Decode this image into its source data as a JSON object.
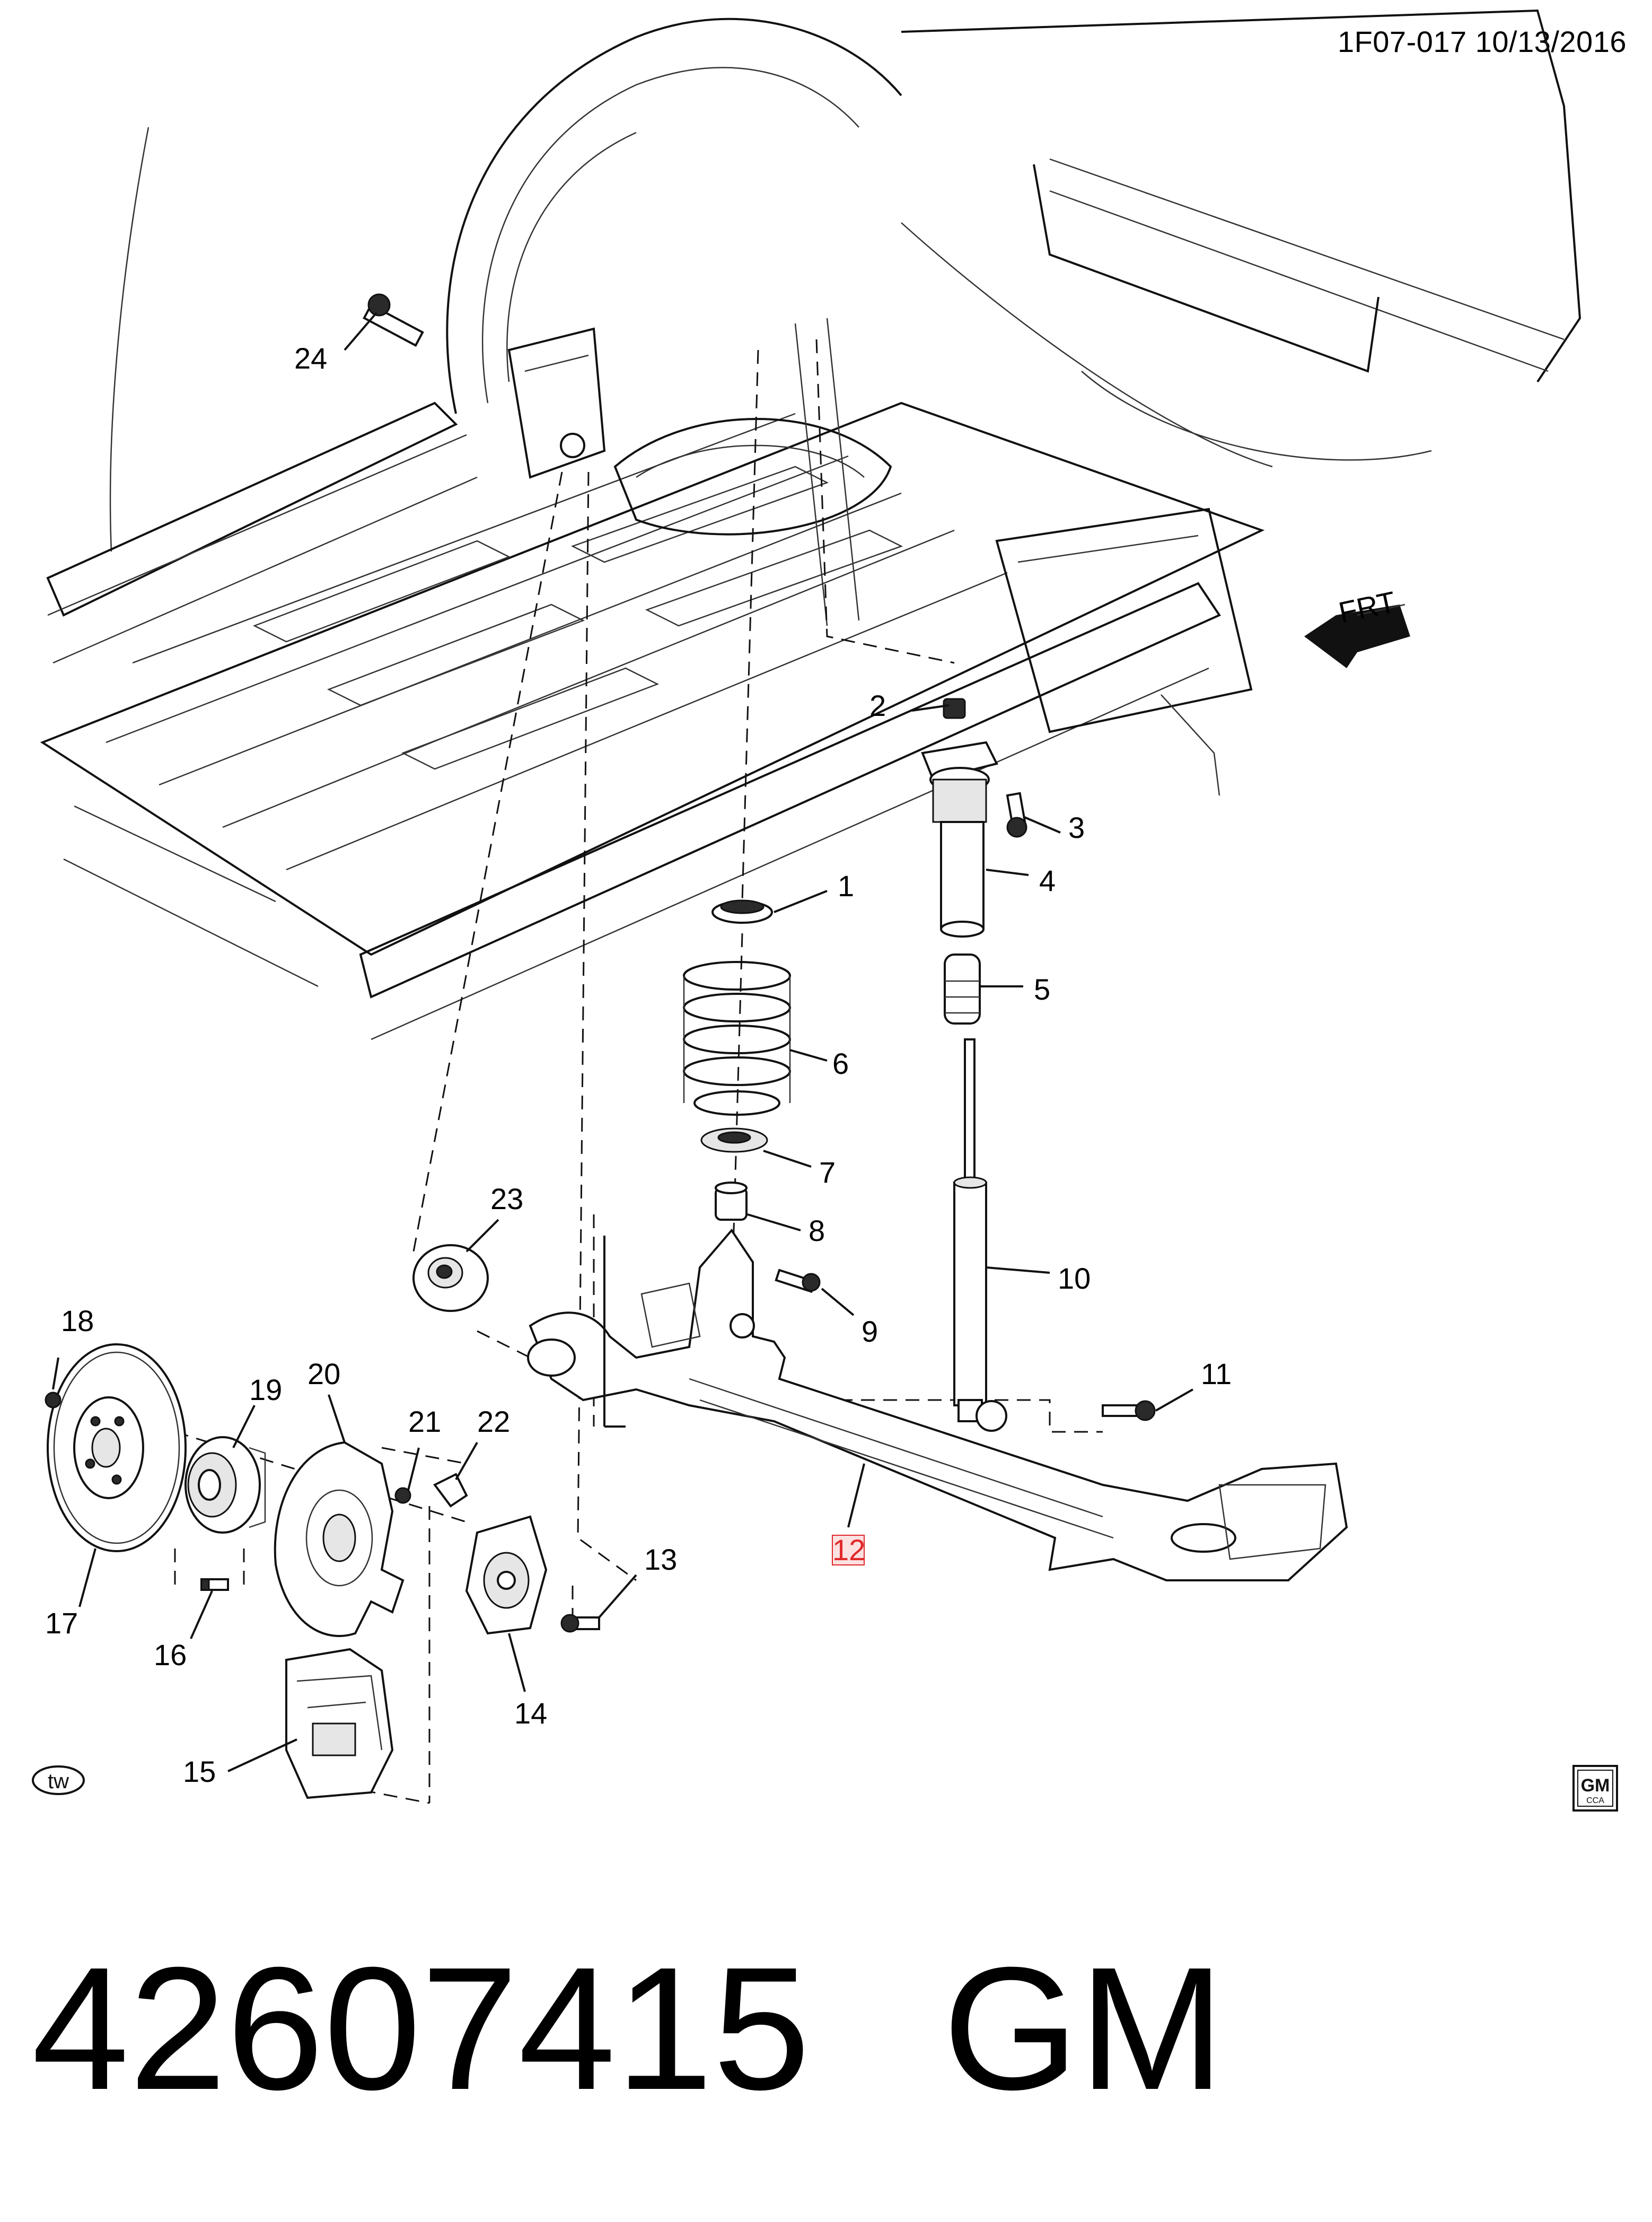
{
  "header": {
    "code": "1F07-017 10/13/2016"
  },
  "footer": {
    "part_number": "42607415",
    "brand": "GM"
  },
  "direction_label": "FRT",
  "logos": {
    "tw": "tw",
    "gm_badge_top": "GM",
    "gm_badge_bottom": "CCA"
  },
  "highlighted_callout": "12",
  "callouts": {
    "c1": "1",
    "c2": "2",
    "c3": "3",
    "c4": "4",
    "c5": "5",
    "c6": "6",
    "c7": "7",
    "c8": "8",
    "c9": "9",
    "c10": "10",
    "c11": "11",
    "c12": "12",
    "c13": "13",
    "c14": "14",
    "c15": "15",
    "c16": "16",
    "c17": "17",
    "c18": "18",
    "c19": "19",
    "c20": "20",
    "c21": "21",
    "c22": "22",
    "c23": "23",
    "c24": "24"
  }
}
